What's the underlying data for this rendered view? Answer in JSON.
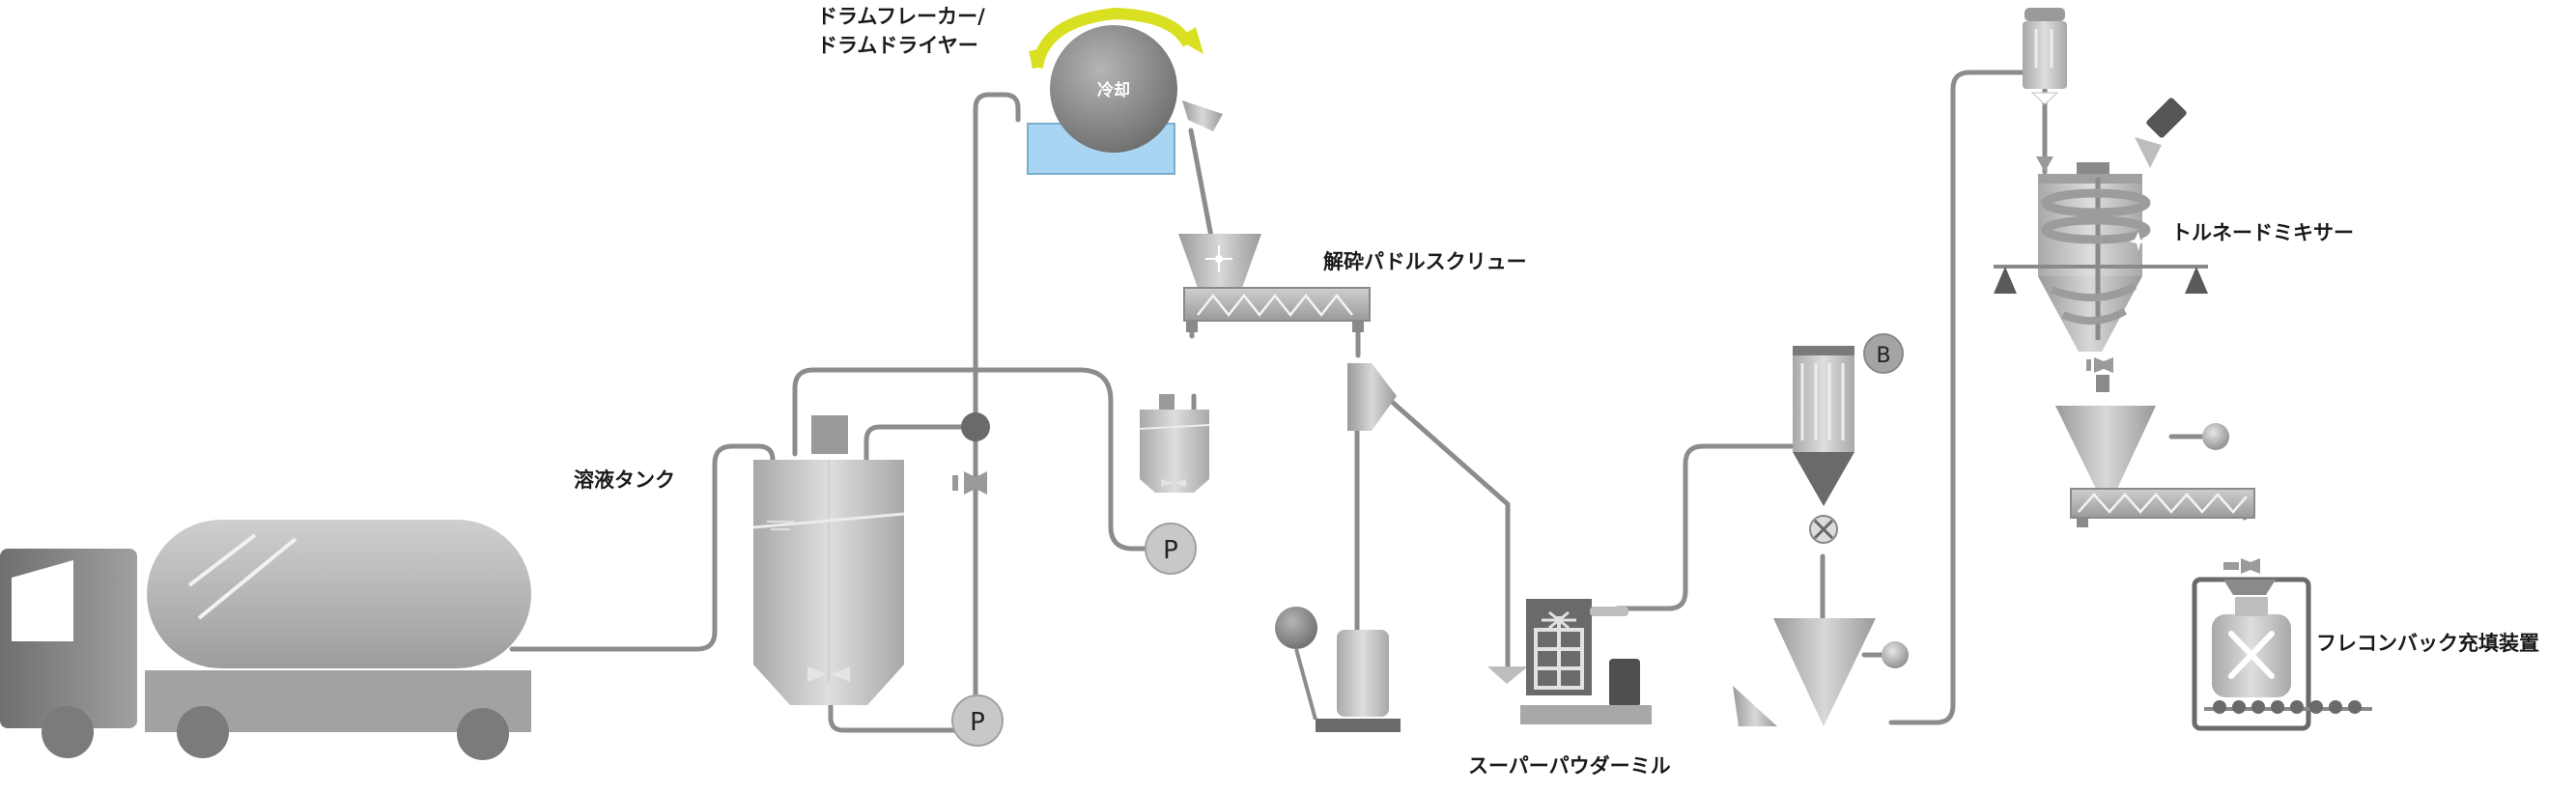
{
  "labels": {
    "drum_flaker": "ドラムフレーカー/",
    "drum_dryer": "ドラムドライヤー",
    "cooling": "冷却",
    "solution_tank": "溶液タンク",
    "paddle_screw": "解砕パドルスクリュー",
    "super_powder_mill": "スーパーパウダーミル",
    "tornado_mixer": "トルネードミキサー",
    "flexible_container_filler": "フレコンバック充填装置"
  },
  "symbols": {
    "pump": "P",
    "blower": "B"
  },
  "colors": {
    "pipe": "#8c8c8c",
    "equipment": "#b8b8b8",
    "dark": "#7a7a7a",
    "cooling_water": "#a9d4f2",
    "rotation_arrow": "#d9e021"
  }
}
